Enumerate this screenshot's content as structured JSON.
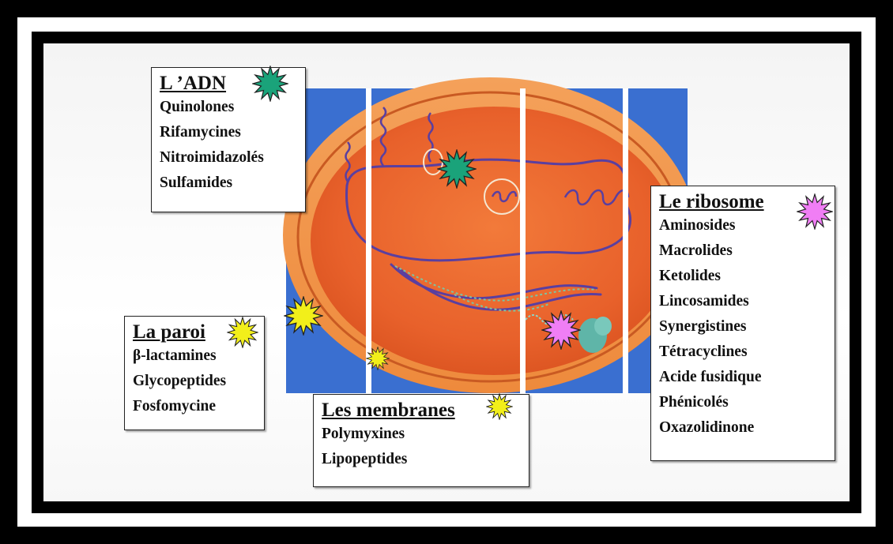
{
  "targets": {
    "adn": {
      "title": "L ’ADN",
      "star_color": "#1aa37a",
      "items": [
        "Quinolones",
        "Rifamycines",
        "Nitroimidazolés",
        "Sulfamides"
      ]
    },
    "paroi": {
      "title": "La paroi",
      "star_color": "#f2ef1a",
      "items": [
        "β-lactamines",
        "Glycopeptides",
        "Fosfomycine"
      ]
    },
    "membranes": {
      "title": "Les membranes",
      "star_color": "#f2ef1a",
      "items": [
        "Polymyxines",
        "Lipopeptides"
      ]
    },
    "ribosome": {
      "title": "Le ribosome",
      "star_color": "#f07ef5",
      "items": [
        "Aminosides",
        "Macrolides",
        "Ketolides",
        "Lincosamides",
        "Synergistines",
        "Tétracyclines",
        "Acide fusidique",
        "Phénicolés",
        "Oxazolidinone"
      ]
    }
  },
  "colors": {
    "background_blue": "#3a6fd0",
    "cell_orange": "#ee8a3c",
    "cytoplasm": "#e8612b",
    "dna": "#5a3fa0"
  }
}
